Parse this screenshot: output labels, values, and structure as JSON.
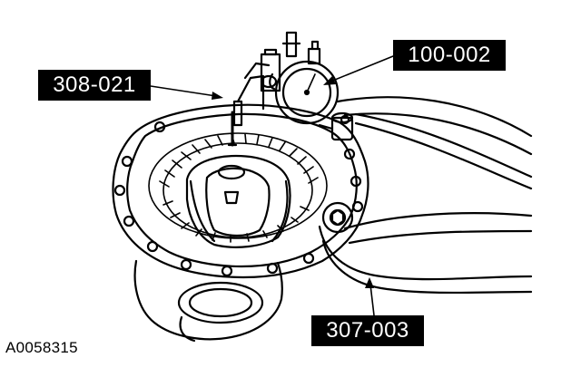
{
  "callouts": {
    "dial_indicator_holder": "308-021",
    "dial_indicator": "100-002",
    "holding_fixture": "307-003"
  },
  "figure_id": "A0058315",
  "colors": {
    "line": "#000000",
    "background": "#ffffff",
    "label_bg": "#000000",
    "label_text": "#ffffff"
  }
}
